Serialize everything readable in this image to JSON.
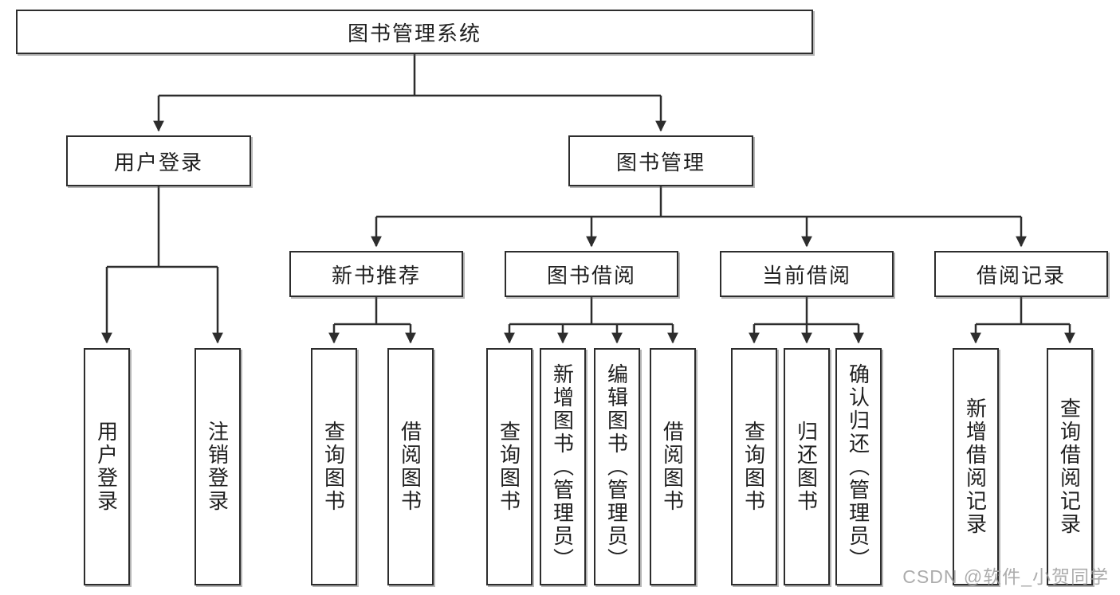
{
  "diagram": {
    "title_node": {
      "label": "图书管理系统"
    },
    "level2": [
      {
        "label": "用户登录"
      },
      {
        "label": "图书管理"
      }
    ],
    "level3": [
      {
        "label": "新书推荐"
      },
      {
        "label": "图书借阅"
      },
      {
        "label": "当前借阅"
      },
      {
        "label": "借阅记录"
      }
    ],
    "leaves": [
      {
        "label": "用户登录"
      },
      {
        "label": "注销登录"
      },
      {
        "label": "查询图书"
      },
      {
        "label": "借阅图书"
      },
      {
        "label": "查询图书"
      },
      {
        "label": "新增图书（管理员）"
      },
      {
        "label": "编辑图书（管理员）"
      },
      {
        "label": "借阅图书"
      },
      {
        "label": "查询图书"
      },
      {
        "label": "归还图书"
      },
      {
        "label": "确认归还（管理员）"
      },
      {
        "label": "新增借阅记录"
      },
      {
        "label": "查询借阅记录"
      }
    ]
  },
  "watermark": {
    "text": "CSDN @软件_小贺同学"
  },
  "colors": {
    "line": "#2d2d2d",
    "box_border": "#2d2d2d",
    "background": "#ffffff",
    "watermark_gray": "#9e9e9e"
  }
}
